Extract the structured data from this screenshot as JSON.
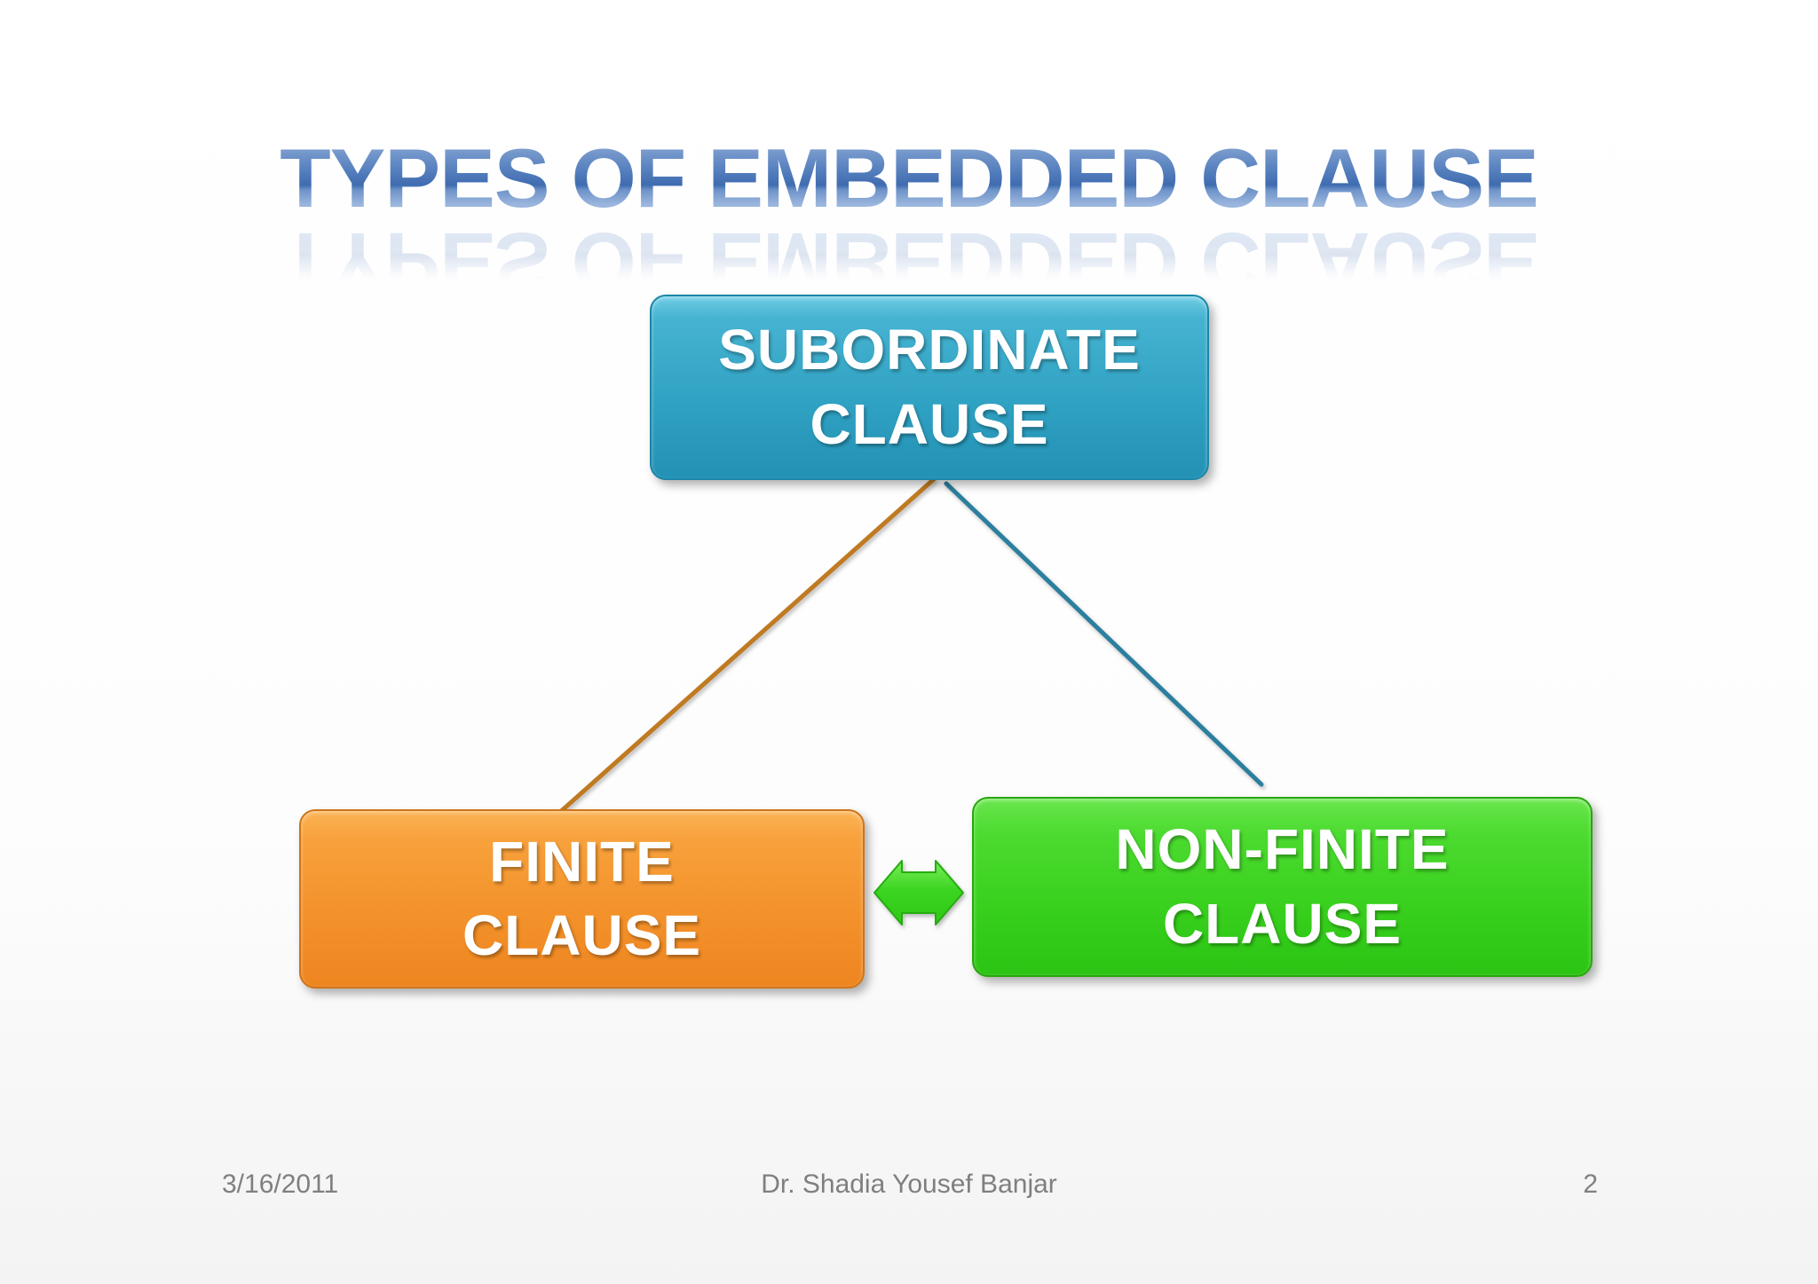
{
  "slide": {
    "title": "TYPES OF EMBEDDED CLAUSE",
    "footer": {
      "date": "3/16/2011",
      "author": "Dr. Shadia Yousef Banjar",
      "page_number": "2"
    }
  },
  "diagram": {
    "root_node": {
      "line1": "SUBORDINATE",
      "line2": "CLAUSE"
    },
    "left_node": {
      "line1": "FINITE",
      "line2": "CLAUSE"
    },
    "right_node": {
      "line1": "NON-FINITE",
      "line2": "CLAUSE"
    },
    "relation_icon": "double-headed-horizontal-arrow"
  },
  "colors": {
    "title_text": "#4a74b6",
    "root_node_fill": "#2fa1c2",
    "left_node_fill": "#f3912a",
    "right_node_fill": "#37cf1c",
    "left_connector": "#c07a22",
    "right_connector": "#2c7f9e",
    "arrow_fill": "#3bd629",
    "footer_text": "#7f7f7f"
  }
}
